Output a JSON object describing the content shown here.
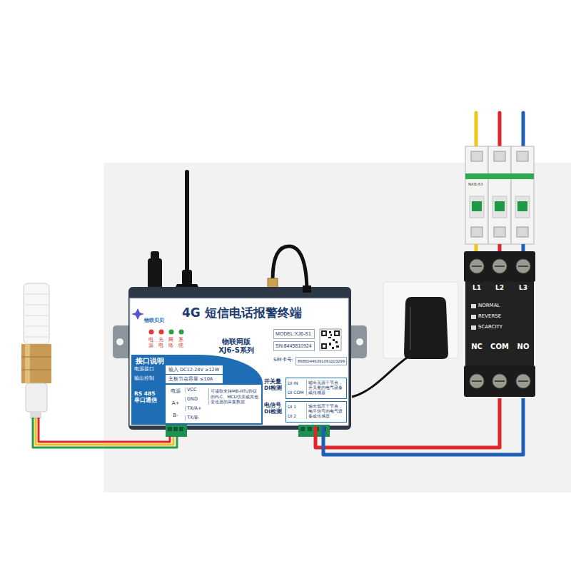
{
  "diagram": {
    "nodes": [
      {
        "text": [
          "物联贝贝",
          "4G 短信电话报警终端",
          "物联网版 XJ6-S系列"
        ]
      },
      {
        "text": [
          "MODEL:XJ6-S1"
        ],
        "in": 0
      },
      {
        "text": [
          "SN:8445810924"
        ],
        "in": 0
      },
      {
        "text": [
          "89860446391091103299"
        ],
        "in": 0
      },
      {
        "text": [
          "接口说明"
        ],
        "in": 0
      },
      {
        "text": [
          "输入 DC12-24V ≥12W"
        ],
        "in": 4
      },
      {
        "text": [
          "主板节点容量 ≤10A"
        ],
        "in": 4
      },
      {
        "text": [
          "电源",
          "A+",
          "B-",
          "VCC",
          "GND",
          "TX/A+",
          "TX/B-",
          "可读取支持MB-RTU协议的PLC、MCU仪表或其他变送器的采集数据"
        ],
        "in": 4
      },
      {
        "text": [
          "DI IN",
          "DI COM",
          "输出无源干节点，开关量的电气设备或传感器"
        ],
        "in": 0
      },
      {
        "text": [
          "DI 1",
          "DI 2",
          "输出低压干节点，电平信号的电气设备或传感器"
        ],
        "in": 0
      },
      {
        "text": [
          "NXB-63"
        ]
      },
      {
        "text": [
          "L1",
          "L2",
          "L3",
          "NORMAL",
          "REVERSE",
          "SCARCITY",
          "NC",
          "COM",
          "NO"
        ]
      }
    ],
    "edges": [
      {
        "from": 10,
        "to": 11,
        "arrow": "none"
      },
      {
        "from": 10,
        "to": 11,
        "arrow": "none"
      },
      {
        "from": 10,
        "to": 11,
        "arrow": "none"
      },
      {
        "from": 11,
        "to": 0,
        "arrow": "none"
      },
      {
        "from": 11,
        "to": 0,
        "arrow": "none"
      }
    ],
    "labels": [
      "电源",
      "充电",
      "网络",
      "系统",
      "SIM卡号:",
      "电源接口",
      "输出控制",
      "RS 485 串口通信",
      "开关量 DI检测",
      "电信号 DI检测"
    ]
  }
}
